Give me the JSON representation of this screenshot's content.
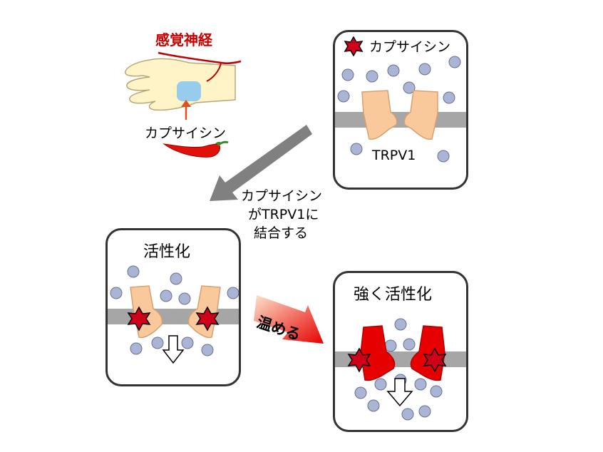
{
  "labels": {
    "sensory_nerve": "感覚神経",
    "capsaicin_hand": "カプサイシン",
    "legend_capsaicin": "カプサイシン",
    "trpv1": "TRPV1",
    "binding_line1": "カプサイシン",
    "binding_line2": "がTRPV1に",
    "binding_line3": "結合する",
    "activated": "活性化",
    "warm": "温める",
    "strongly_activated": "強く活性化"
  },
  "colors": {
    "text_red": "#cc0000",
    "channel_resting": "#f9c89b",
    "channel_active": "#e60000",
    "membrane": "#a6a6a6",
    "ion": "#aab4d4",
    "star": "#d0001a",
    "arrow_gray": "#808080"
  }
}
